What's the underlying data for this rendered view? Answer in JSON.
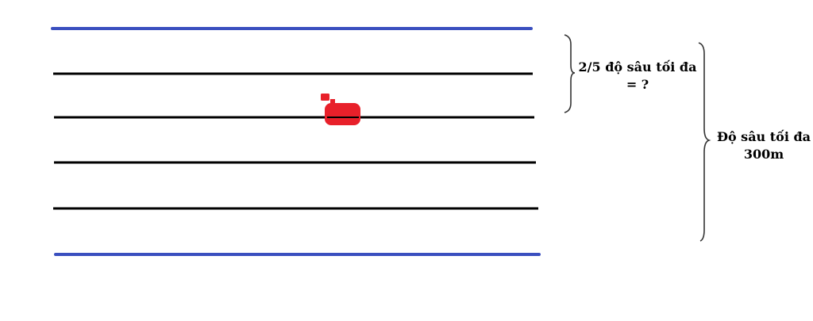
{
  "labels": {
    "fraction_line1": "2/5 độ sâu tối đa",
    "fraction_line2": "= ?",
    "total_line1": "Độ sâu tối đa",
    "total_line2": "300m"
  },
  "colors": {
    "surface_line": "#3a4fbf",
    "bottom_line": "#3a4fbf",
    "depth_line": "#000000",
    "submarine": "#e8202a",
    "brace": "#333333"
  },
  "icons": {
    "submarine": "submarine-icon"
  }
}
